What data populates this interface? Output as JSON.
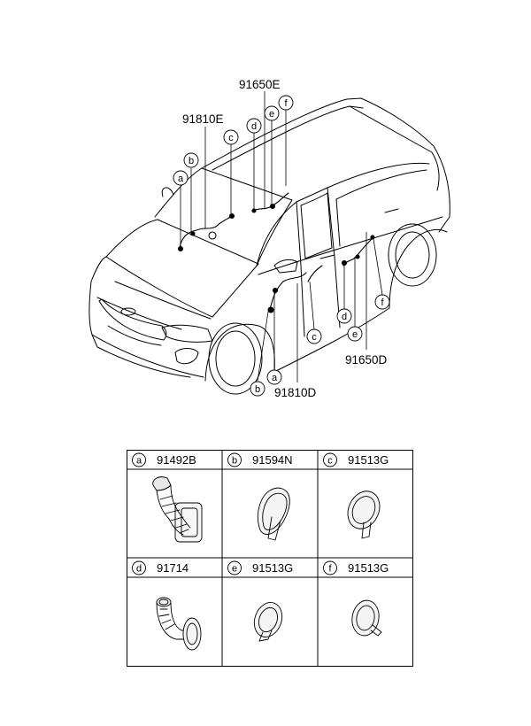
{
  "diagram": {
    "callouts": {
      "top_center": "91650E",
      "top_left": "91810E",
      "bottom_center": "91810D",
      "bottom_right": "91650D"
    },
    "markers": [
      "a",
      "b",
      "c",
      "d",
      "e",
      "f"
    ]
  },
  "parts_table": {
    "cells": [
      {
        "letter": "a",
        "part": "91492B",
        "icon": "grommet-a-icon"
      },
      {
        "letter": "b",
        "part": "91594N",
        "icon": "grommet-b-icon"
      },
      {
        "letter": "c",
        "part": "91513G",
        "icon": "grommet-c-icon"
      },
      {
        "letter": "d",
        "part": "91714",
        "icon": "grommet-d-icon"
      },
      {
        "letter": "e",
        "part": "91513G",
        "icon": "grommet-e-icon"
      },
      {
        "letter": "f",
        "part": "91513G",
        "icon": "grommet-f-icon"
      }
    ]
  }
}
